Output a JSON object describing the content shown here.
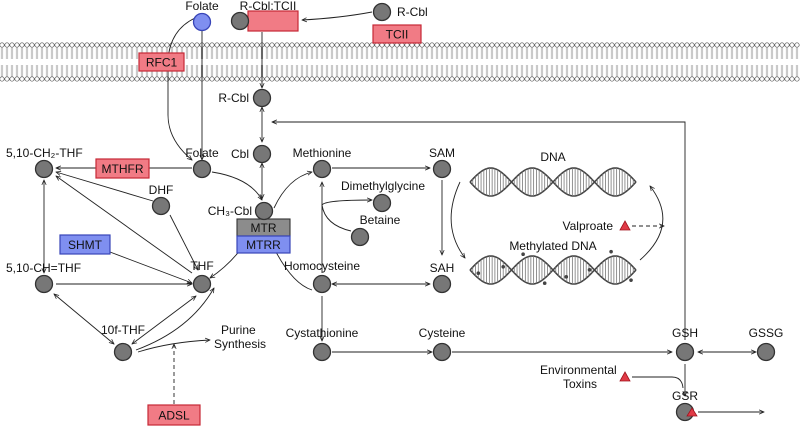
{
  "nodes": {
    "folate_out": "Folate",
    "rcbl_tcii": "R-Cbl:TCII",
    "rcbl_out": "R-Cbl",
    "rcbl_in": "R-Cbl",
    "cbl": "Cbl",
    "methyl_thf": "5,10-CH₂-THF",
    "folate_in": "Folate",
    "dhf": "DHF",
    "ch3cbl": "CH₃-Cbl",
    "methenyl_thf": "5,10-CH=THF",
    "thf": "THF",
    "formyl_thf": "10f-THF",
    "purine": "Purine\nSynthesis",
    "methionine": "Methionine",
    "dimethylglycine": "Dimethylglycine",
    "betaine": "Betaine",
    "homocysteine": "Homocysteine",
    "cystathionine": "Cystathionine",
    "cysteine": "Cysteine",
    "sam": "SAM",
    "sah": "SAH",
    "dna": "DNA",
    "methylated_dna": "Methylated DNA",
    "valproate": "Valproate",
    "gsh": "GSH",
    "gssg": "GSSG",
    "env_toxins": "Environmental\nToxins",
    "gsr": "GSR"
  },
  "genes": {
    "rfc1": "RFC1",
    "tcii": "TCII",
    "mthfr": "MTHFR",
    "shmt": "SHMT",
    "mtr": "MTR",
    "mtrr": "MTRR",
    "adsl": "ADSL"
  },
  "colors": {
    "gene_red_fill": "#f17b85",
    "gene_red_border": "#c62836",
    "gene_blue_fill": "#7f8ff0",
    "gene_blue_border": "#3845b8",
    "metabolite_fill": "#777777",
    "folate_fill": "#7f8ff0",
    "toxin_fill": "#e03a46"
  }
}
